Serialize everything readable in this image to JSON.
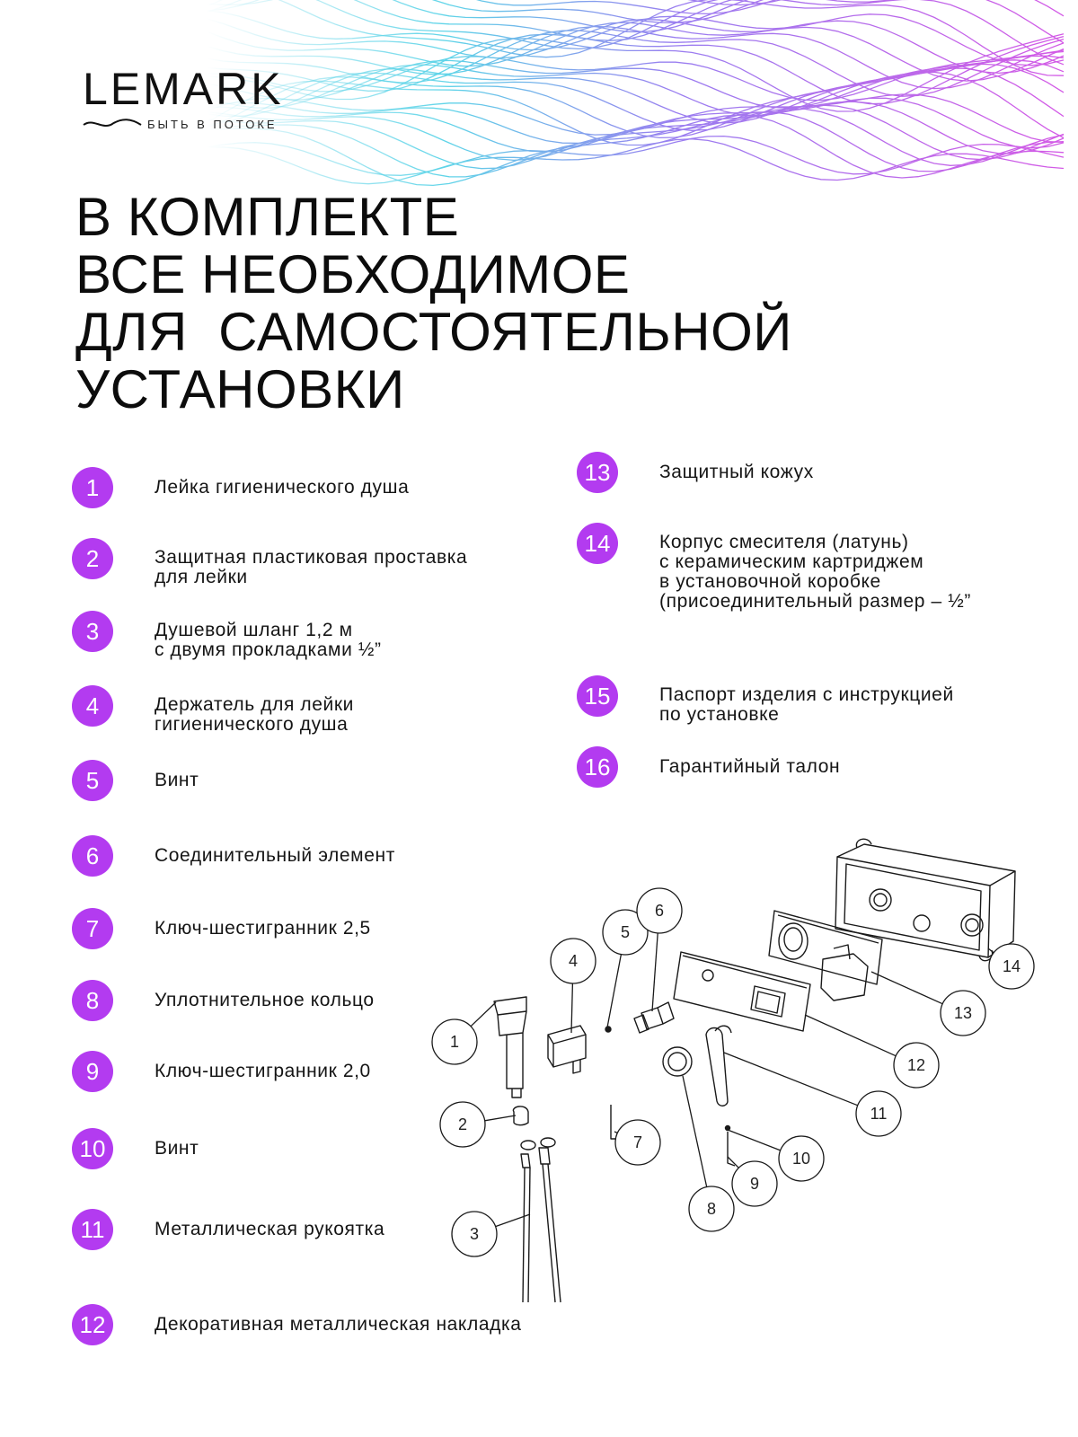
{
  "brand": {
    "name": "LEMARK",
    "tagline": "БЫТЬ В ПОТОКЕ"
  },
  "headline": [
    "В КОМПЛЕКТЕ",
    "ВСЕ НЕОБХОДИМОЕ",
    "ДЛЯ  САМОСТОЯТЕЛЬНОЙ",
    "УСТАНОВКИ"
  ],
  "colors": {
    "badge": "#b33bf0",
    "wave_start": "#5fd4e8",
    "wave_mid": "#9a7df0",
    "wave_end": "#d35ae6"
  },
  "items": [
    {
      "num": "1",
      "lines": [
        "Лейка гигиенического душа"
      ]
    },
    {
      "num": "2",
      "lines": [
        "Защитная пластиковая проставка",
        "для лейки"
      ]
    },
    {
      "num": "3",
      "lines": [
        "Душевой шланг 1,2 м",
        "с двумя прокладками ½”"
      ]
    },
    {
      "num": "4",
      "lines": [
        "Держатель для лейки",
        "гигиенического душа"
      ]
    },
    {
      "num": "5",
      "lines": [
        "Винт"
      ]
    },
    {
      "num": "6",
      "lines": [
        "Соединительный элемент"
      ]
    },
    {
      "num": "7",
      "lines": [
        "Ключ-шестигранник 2,5"
      ]
    },
    {
      "num": "8",
      "lines": [
        "Уплотнительное кольцо"
      ]
    },
    {
      "num": "9",
      "lines": [
        "Ключ-шестигранник 2,0"
      ]
    },
    {
      "num": "10",
      "lines": [
        "Винт"
      ]
    },
    {
      "num": "11",
      "lines": [
        "Металлическая рукоятка"
      ]
    },
    {
      "num": "12",
      "lines": [
        "Декоративная металлическая накладка"
      ]
    },
    {
      "num": "13",
      "lines": [
        "Защитный кожух"
      ]
    },
    {
      "num": "14",
      "lines": [
        "Корпус смесителя (латунь)",
        "с керамическим картриджем",
        "в установочной коробке",
        "(присоединительный размер – ½”"
      ]
    },
    {
      "num": "15",
      "lines": [
        "Паспорт изделия с инструкцией",
        "по установке"
      ]
    },
    {
      "num": "16",
      "lines": [
        "Гарантийный талон"
      ]
    }
  ],
  "diagram": {
    "callouts": [
      "1",
      "2",
      "3",
      "4",
      "5",
      "6",
      "7",
      "8",
      "9",
      "10",
      "11",
      "12",
      "13",
      "14"
    ]
  }
}
